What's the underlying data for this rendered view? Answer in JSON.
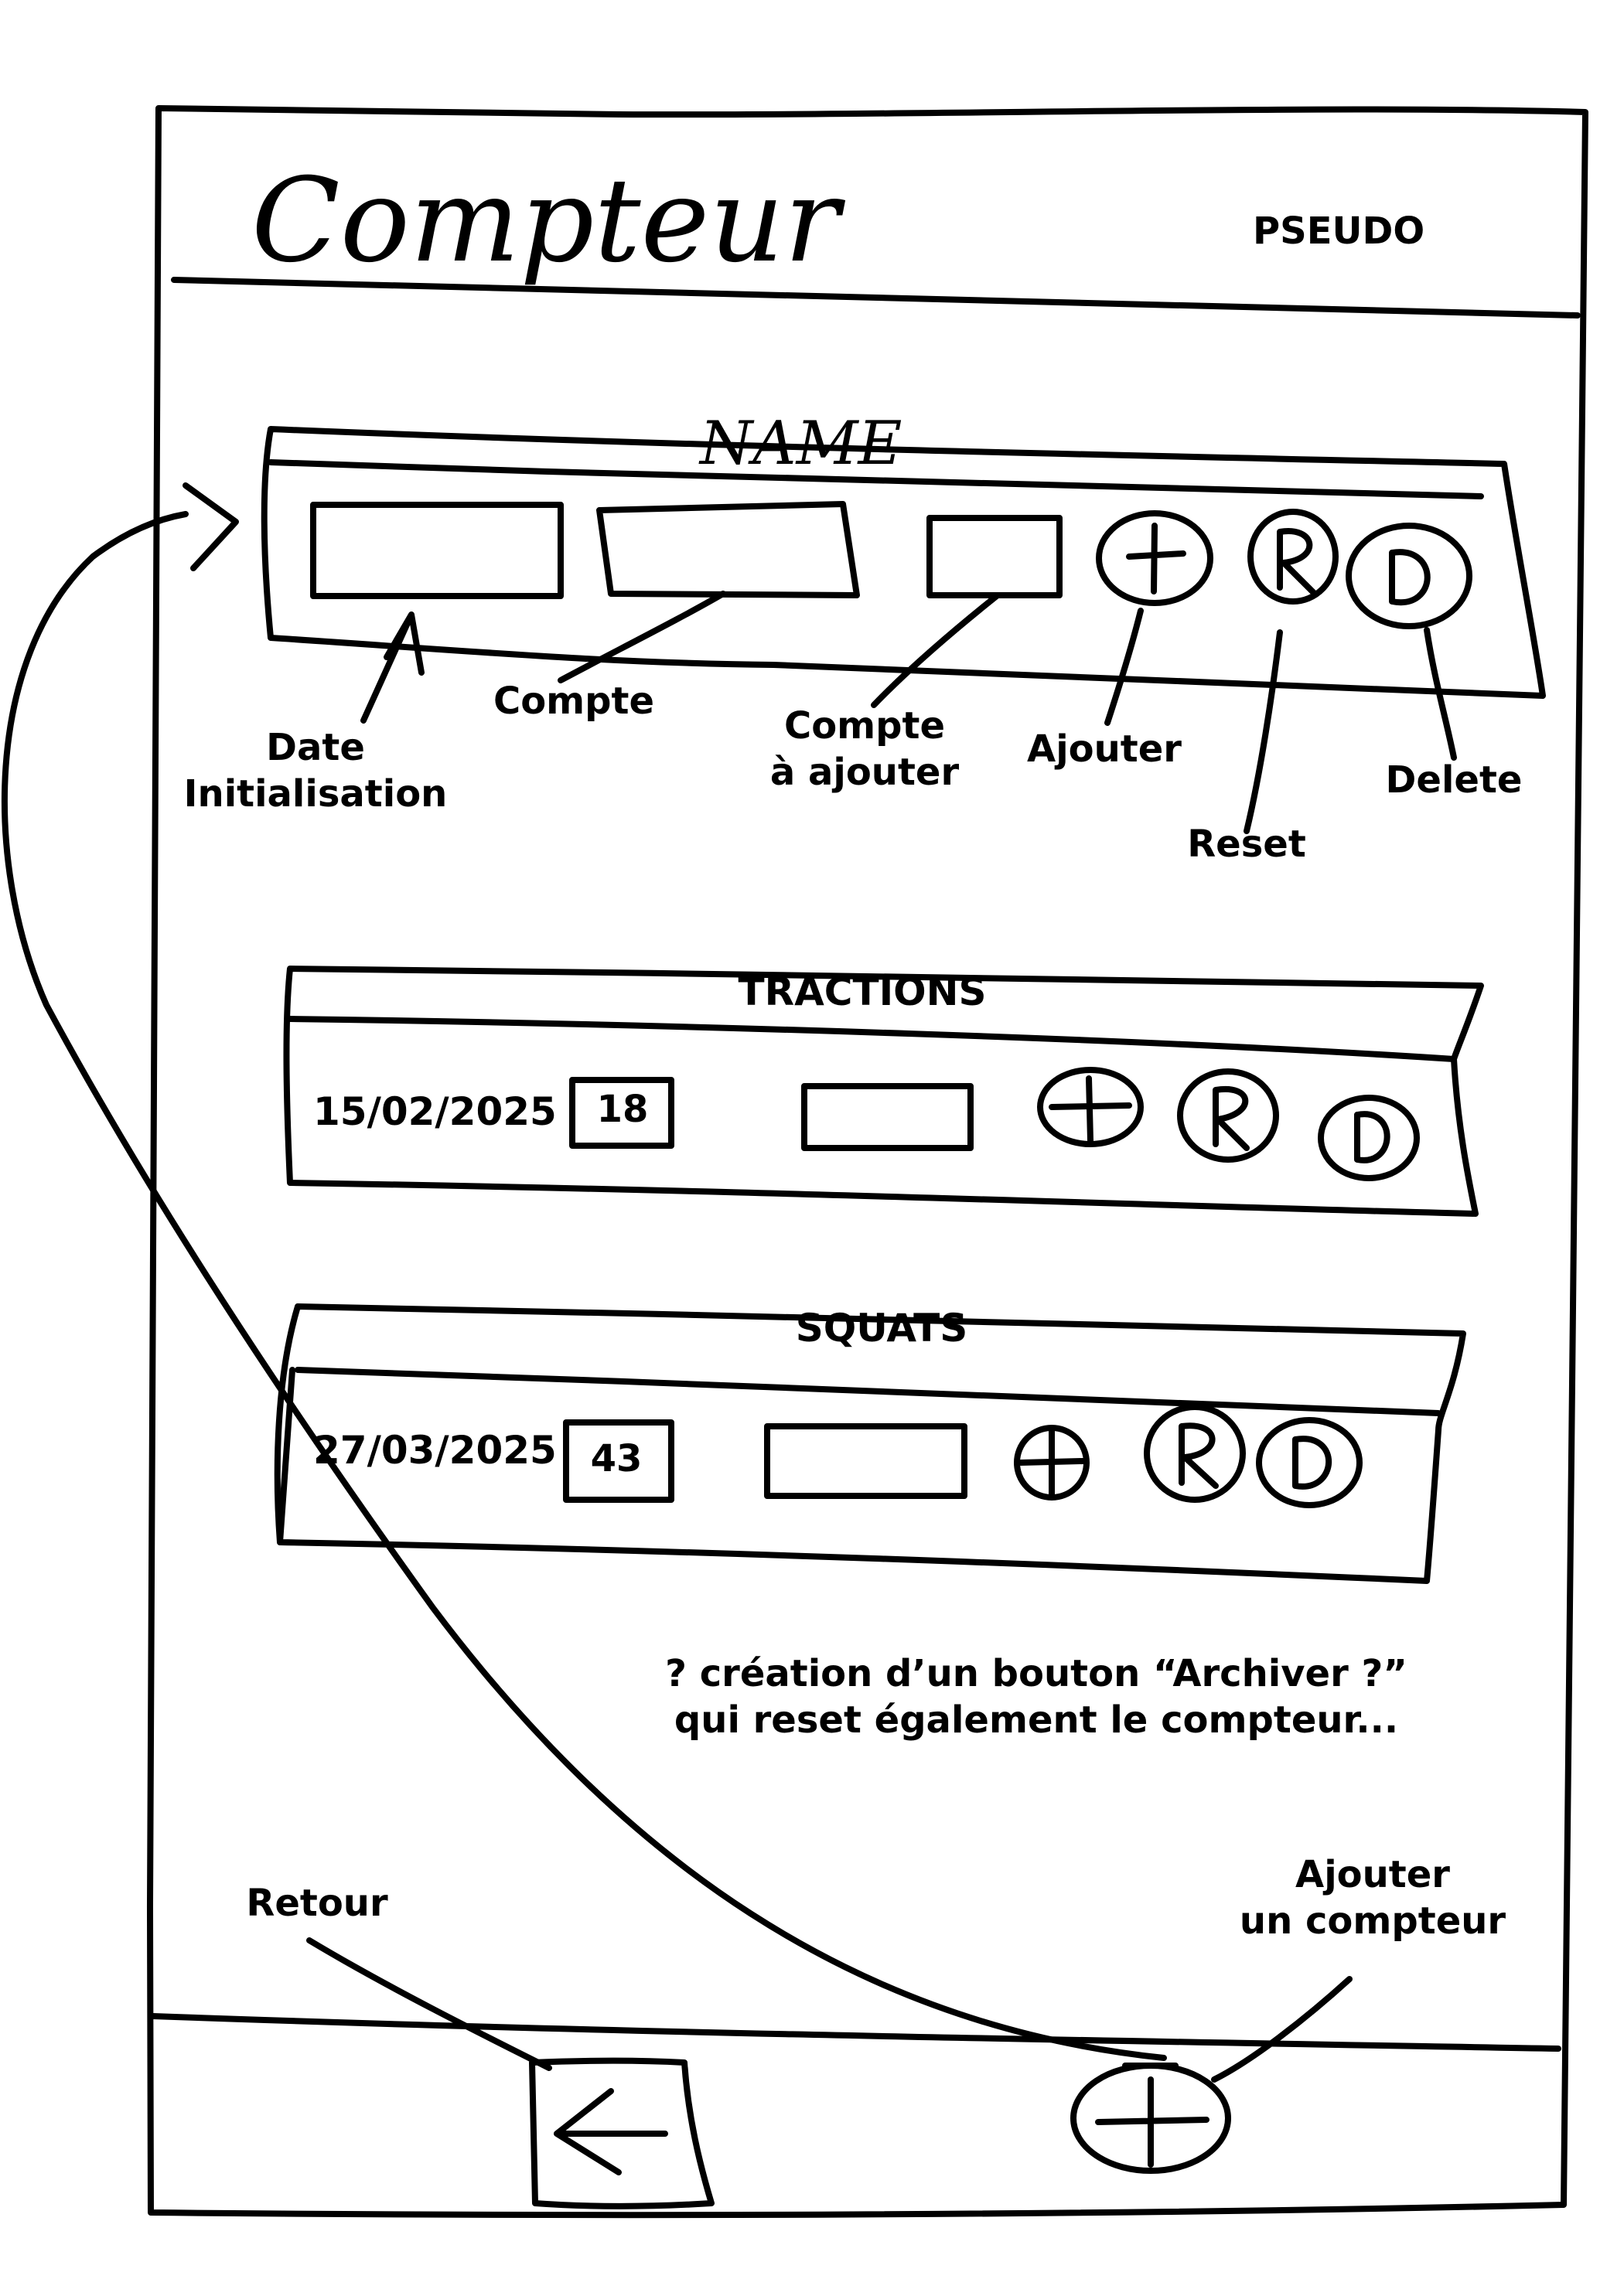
{
  "header": {
    "title": "Compteur",
    "user": "PSEUDO"
  },
  "template_card": {
    "name": "NAME",
    "annotations": {
      "date": [
        "Date",
        "Initialisation"
      ],
      "count": "Compte",
      "to_add": [
        "Compte",
        "à ajouter"
      ],
      "add": "Ajouter",
      "reset": "Reset",
      "delete": "Delete"
    }
  },
  "counters": [
    {
      "name": "TRACTIONS",
      "date": "15/02/2025",
      "count": "18"
    },
    {
      "name": "SQUATS",
      "date": "27/03/2025",
      "count": "43"
    }
  ],
  "note": [
    "? création d’un bouton “Archiver ?”",
    "qui reset également le compteur..."
  ],
  "footer": {
    "back_label": "Retour",
    "add_counter_label": [
      "Ajouter",
      "un compteur"
    ]
  },
  "icons": [
    "plus-icon",
    "r-icon",
    "d-icon",
    "back-arrow-icon"
  ]
}
